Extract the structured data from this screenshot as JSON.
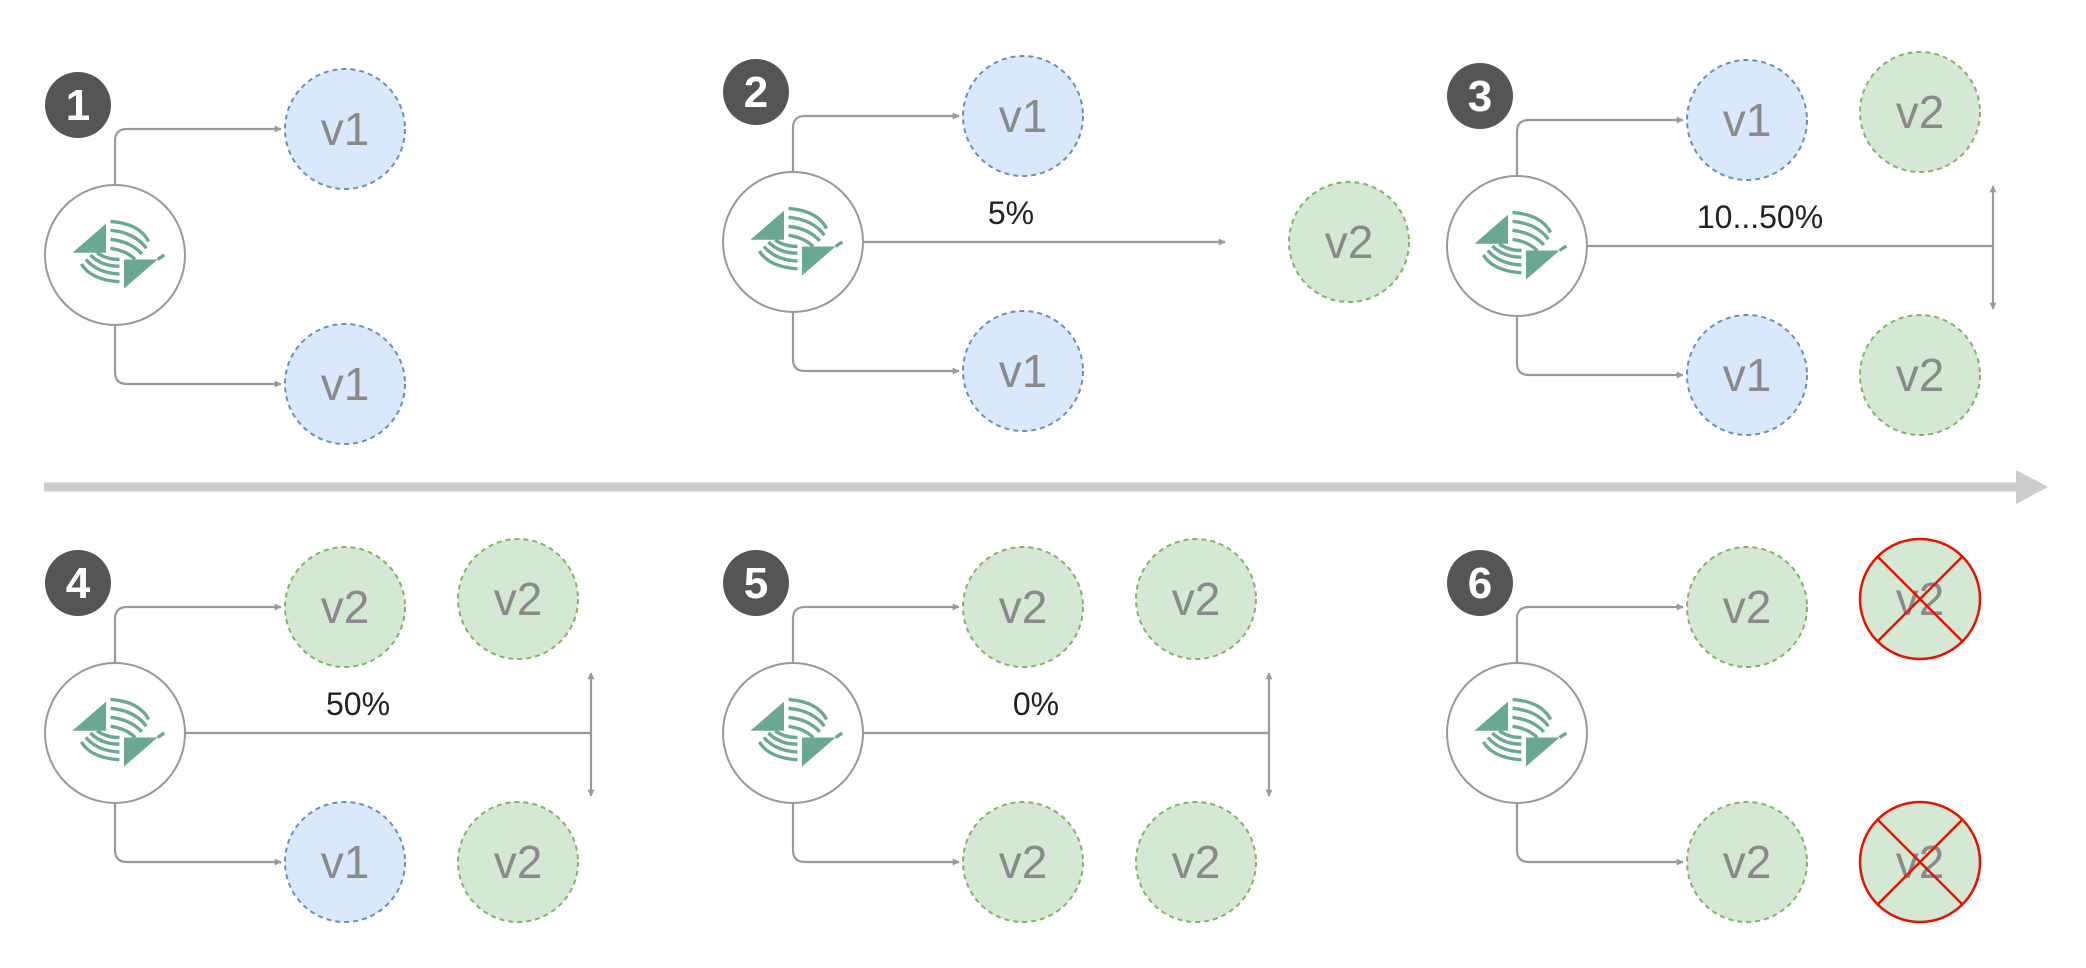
{
  "colors": {
    "v1_fill": "#dae8fc",
    "v1_stroke": "#6c8ebf",
    "v2_fill": "#d5e8d4",
    "v2_stroke": "#82b366",
    "badge_fill": "#555555",
    "edge": "#9a9a9a",
    "timeline": "#cccccc",
    "removed_cross": "#e51400",
    "logo": "#6aa892"
  },
  "icons": {
    "router": "load-balancer-logo-icon",
    "removed": "red-cross-icon"
  },
  "stages": [
    {
      "number": "1",
      "traffic_label": "",
      "nodes": {
        "top": "v1",
        "bottom": "v1",
        "middle": "",
        "right_top": "",
        "right_bottom": ""
      }
    },
    {
      "number": "2",
      "traffic_label": "5%",
      "nodes": {
        "top": "v1",
        "bottom": "v1",
        "middle": "v2",
        "right_top": "",
        "right_bottom": ""
      }
    },
    {
      "number": "3",
      "traffic_label": "10...50%",
      "nodes": {
        "top": "v1",
        "bottom": "v1",
        "middle": "",
        "right_top": "v2",
        "right_bottom": "v2"
      }
    },
    {
      "number": "4",
      "traffic_label": "50%",
      "nodes": {
        "top": "v2",
        "bottom": "v1",
        "middle": "",
        "right_top": "v2",
        "right_bottom": "v2"
      }
    },
    {
      "number": "5",
      "traffic_label": "0%",
      "nodes": {
        "top": "v2",
        "bottom": "v2",
        "middle": "",
        "right_top": "v2",
        "right_bottom": "v2"
      }
    },
    {
      "number": "6",
      "traffic_label": "",
      "nodes": {
        "top": "v2",
        "bottom": "v2",
        "middle": "",
        "right_top": "v2",
        "right_bottom": "v2"
      },
      "removed": [
        "right_top",
        "right_bottom"
      ]
    }
  ]
}
